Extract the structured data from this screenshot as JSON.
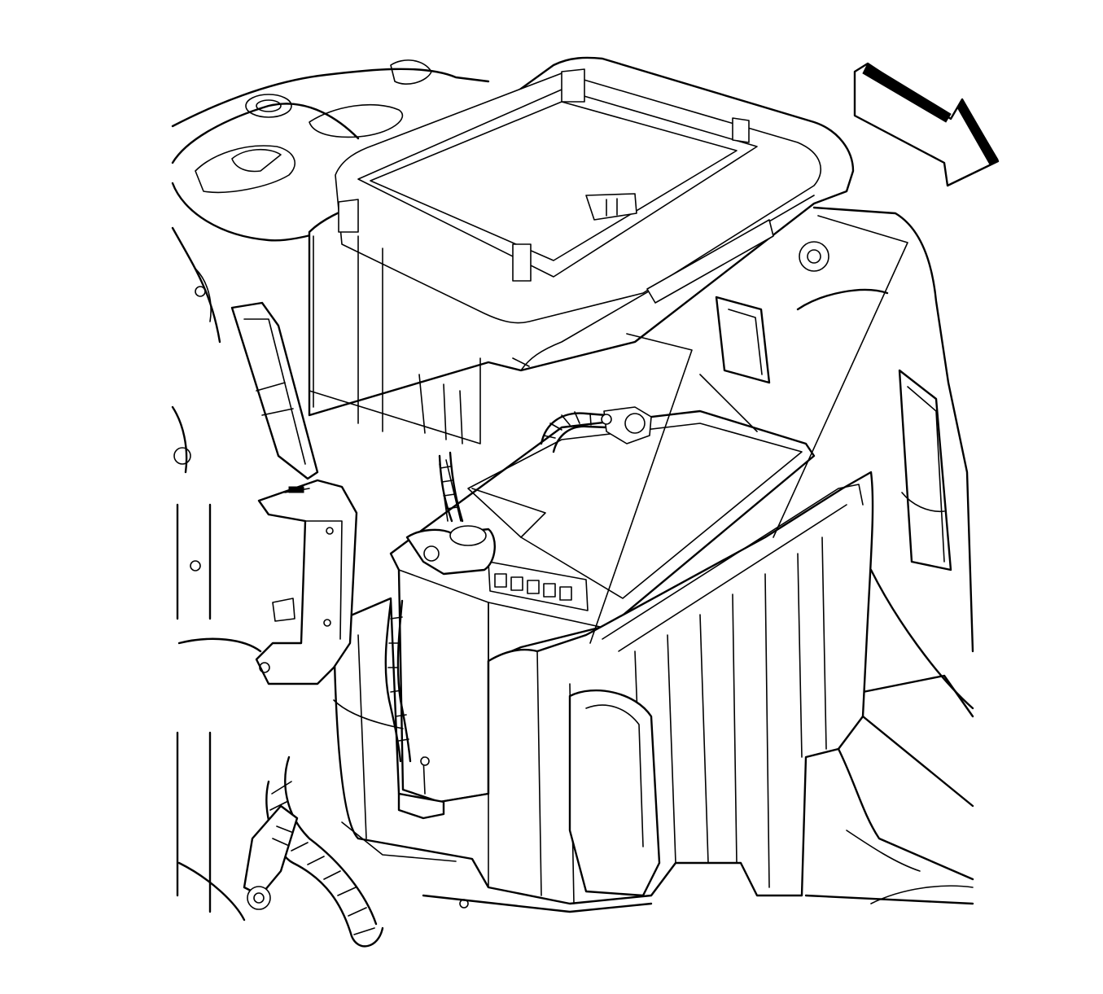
{
  "diagram": {
    "type": "service-illustration",
    "subject": "battery-tray-and-cover-under-hood",
    "components": [
      {
        "id": "battery-cover",
        "icon": "battery-cover-icon"
      },
      {
        "id": "battery",
        "icon": "battery-icon"
      },
      {
        "id": "battery-tray",
        "icon": "battery-tray-icon"
      },
      {
        "id": "battery-hold-down-bracket",
        "icon": "bracket-icon"
      },
      {
        "id": "positive-cable",
        "icon": "cable-icon"
      },
      {
        "id": "wiring-harness",
        "icon": "harness-icon"
      },
      {
        "id": "air-intake-duct",
        "icon": "duct-icon"
      },
      {
        "id": "vehicle-front-direction-arrow",
        "icon": "direction-arrow-icon"
      }
    ],
    "line_color": "#000000",
    "background_color": "#ffffff"
  }
}
